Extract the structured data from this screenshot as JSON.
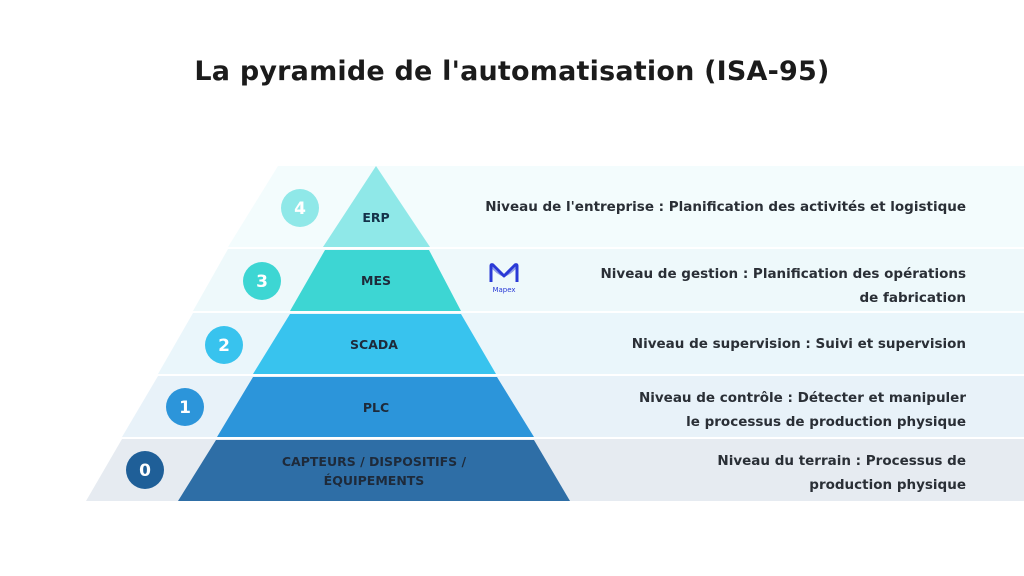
{
  "title": "La pyramide de l'automatisation (ISA-95)",
  "levels": [
    {
      "number": "4",
      "name": "ERP",
      "name_line2": "",
      "description_line1": "Niveau de l'entreprise : Planification des activités et logistique",
      "description_line2": "",
      "color": "#8fe8e8",
      "badge_color": "#8fe8e8",
      "band_color": "#f3fcfd"
    },
    {
      "number": "3",
      "name": "MES",
      "name_line2": "",
      "description_line1": "Niveau de gestion : Planification des opérations",
      "description_line2": "de fabrication",
      "color": "#3dd6d3",
      "badge_color": "#3dd6d3",
      "band_color": "#eef9fb"
    },
    {
      "number": "2",
      "name": "SCADA",
      "name_line2": "",
      "description_line1": "Niveau de supervision : Suivi et supervision",
      "description_line2": "",
      "color": "#38c3ee",
      "badge_color": "#38c3ee",
      "band_color": "#eaf6fb"
    },
    {
      "number": "1",
      "name": "PLC",
      "name_line2": "",
      "description_line1": "Niveau de contrôle : Détecter et manipuler",
      "description_line2": "le processus de production physique",
      "color": "#2c95da",
      "badge_color": "#2c95da",
      "band_color": "#e8f2f9"
    },
    {
      "number": "0",
      "name": "CAPTEURS / DISPOSITIFS /",
      "name_line2": "ÉQUIPEMENTS",
      "description_line1": "Niveau du terrain : Processus de",
      "description_line2": "production physique",
      "color": "#2e6ea6",
      "badge_color": "#1f5f98",
      "band_color": "#e6ebf1"
    }
  ],
  "logo": {
    "text": "Mapex",
    "color": "#2a3ad6",
    "icon": "mapex-logo-icon"
  }
}
